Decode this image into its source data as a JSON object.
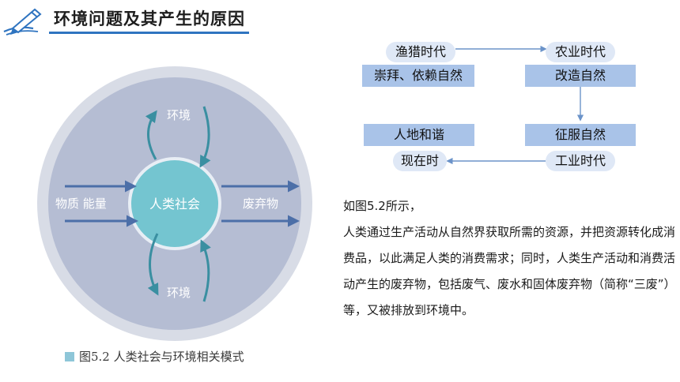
{
  "header": {
    "title": "环境问题及其产生的原因",
    "icon": "pen-writing-icon"
  },
  "diagram": {
    "center": "人类社会",
    "top_label": "环境",
    "bottom_label": "环境",
    "left_label": "物质 能量",
    "right_label": "废弃物",
    "caption": "图5.2   人类社会与环境相关模式",
    "colors": {
      "outer_ring": "#d8dce6",
      "inner_disk": "#b5bdd3",
      "center": "#74c5d0",
      "arrow": "#3a8fa1",
      "flow_arrow": "#4c6fa8"
    }
  },
  "eras": {
    "fishing": {
      "era": "渔猎时代",
      "attitude": "崇拜、依赖自然"
    },
    "agricultural": {
      "era": "农业时代",
      "attitude": "改造自然"
    },
    "industrial": {
      "era": "工业时代",
      "attitude": "征服自然"
    },
    "present": {
      "era": "现在时",
      "attitude": "人地和谐"
    }
  },
  "explanation": {
    "line1": "如图5.2所示，",
    "line2": "人类通过生产活动从自然界获取所需的资源，并把资源转化成消费品，以此满足人类的消费需求；同时，人类生产活动和消费活动产生的废弃物，包括废气、废水和固体废弃物（简称“三废”）等，又被排放到环境中。"
  }
}
